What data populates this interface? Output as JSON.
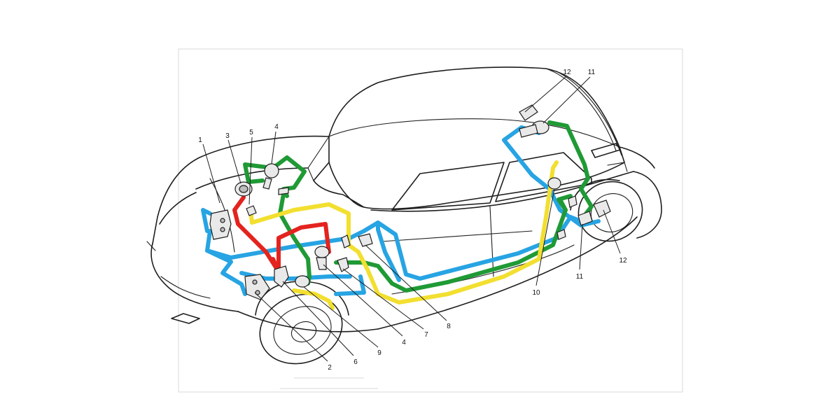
{
  "diagram": {
    "pipe_colors": {
      "blue": "#27a4e3",
      "green": "#1f9a35",
      "yellow": "#f2df2f",
      "red": "#e4231e"
    },
    "callouts": [
      "1",
      "3",
      "5",
      "4",
      "2",
      "6",
      "9",
      "4",
      "7",
      "8",
      "10",
      "11",
      "12",
      "11",
      "12"
    ]
  }
}
